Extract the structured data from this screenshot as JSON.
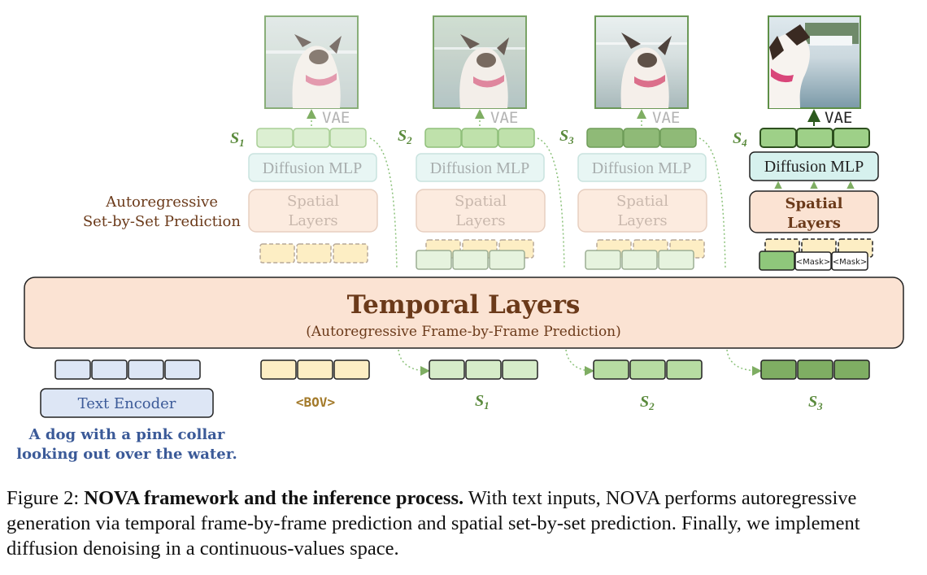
{
  "diagram": {
    "side_label": {
      "line1": "Autoregressive",
      "line2": "Set-by-Set Prediction"
    },
    "vae_label": "VAE",
    "diffusion_label": "Diffusion MLP",
    "spatial_label": {
      "line1": "Spatial",
      "line2": "Layers"
    },
    "mask_label": "<Mask>",
    "set_labels": {
      "letter": "S",
      "subs": [
        "1",
        "2",
        "3",
        "4"
      ]
    },
    "temporal": {
      "title": "Temporal Layers",
      "subtitle": "(Autoregressive Frame-by-Frame Prediction)"
    },
    "text_encoder": "Text Encoder",
    "bov_label": "<BOV>",
    "input_labels": {
      "letter": "S",
      "subs": [
        "1",
        "2",
        "3"
      ]
    },
    "prompt": {
      "line1": "A dog with a pink collar",
      "line2": "looking out over the water."
    },
    "colors": {
      "green_light": "#d6ecc9",
      "green_mid": "#b7dca2",
      "green_dark": "#7fae63",
      "green_border": "#5d8f46",
      "peach": "#fbe3d3",
      "yellow": "#fdeec4",
      "blue": "#dde6f5",
      "text_green": "#5a8a3c",
      "text_blue": "#3b5a98",
      "text_brown": "#6b3a1a"
    }
  },
  "caption": {
    "prefix": "Figure 2: ",
    "bold": "NOVA framework and the inference process.",
    "rest": " With text inputs, NOVA performs autoregressive generation via temporal frame-by-frame prediction and spatial set-by-set prediction. Finally, we implement diffusion denoising in a continuous-values space."
  }
}
